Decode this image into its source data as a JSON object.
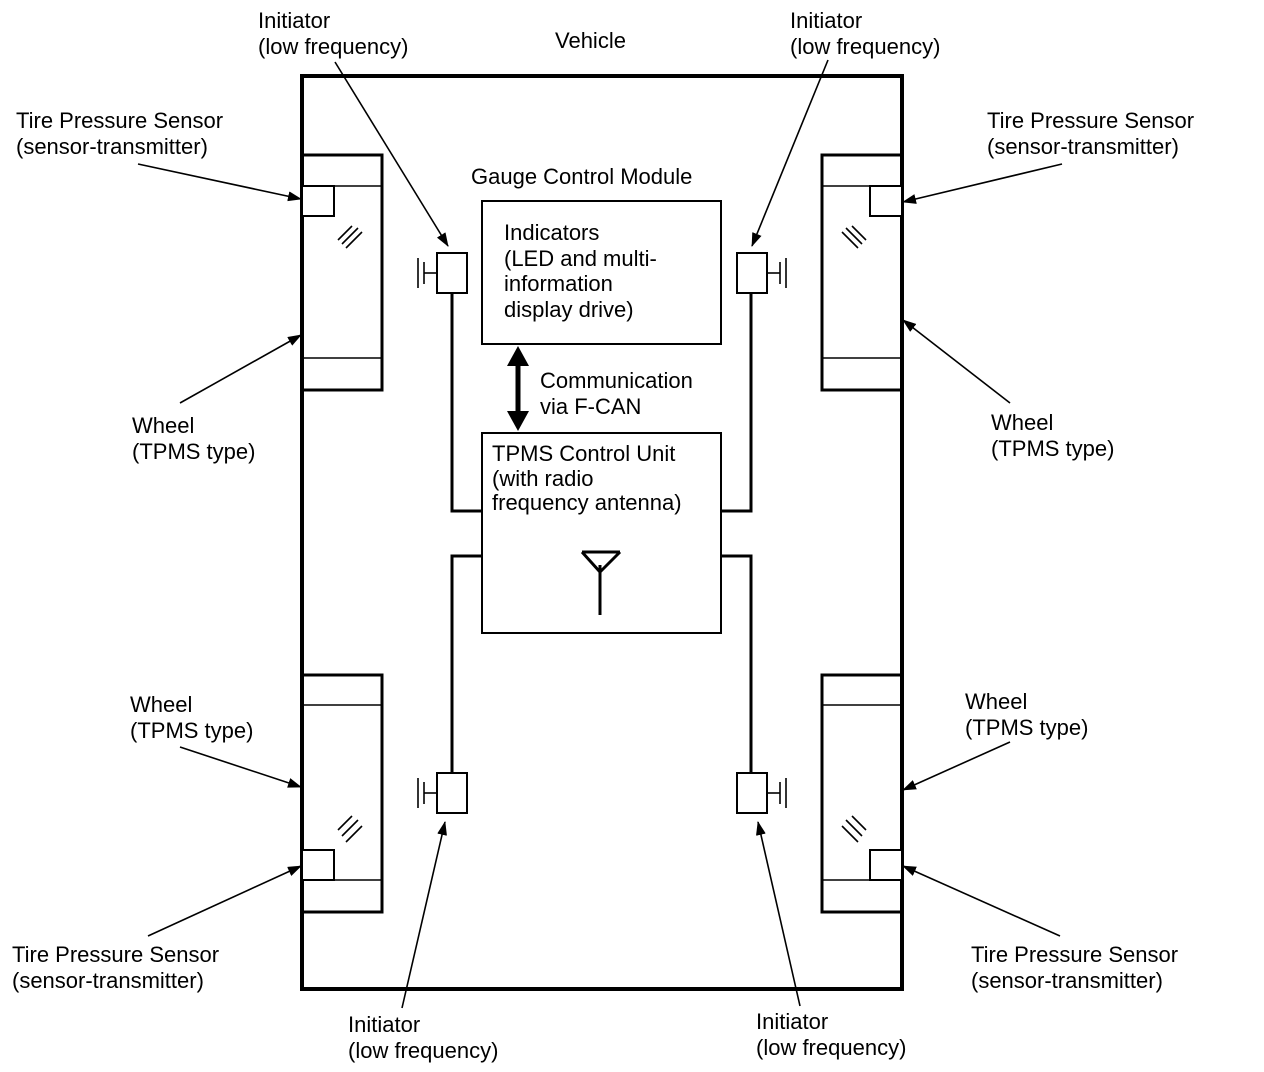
{
  "vehicle": {
    "label": "Vehicle"
  },
  "gauge_module": {
    "title": "Gauge Control Module",
    "lines": [
      "Indicators",
      "(LED and multi-",
      "information",
      "display drive)"
    ]
  },
  "communication": {
    "lines": [
      "Communication",
      "via F-CAN"
    ]
  },
  "tpms_unit": {
    "lines": [
      "TPMS Control Unit",
      "(with radio",
      "frequency antenna)"
    ]
  },
  "initiators": {
    "top_left": {
      "line1": "Initiator",
      "line2": "(low frequency)"
    },
    "top_right": {
      "line1": "Initiator",
      "line2": "(low frequency)"
    },
    "bottom_left": {
      "line1": "Initiator",
      "line2": "(low frequency)"
    },
    "bottom_right": {
      "line1": "Initiator",
      "line2": "(low frequency)"
    }
  },
  "sensors": {
    "top_left": {
      "line1": "Tire Pressure Sensor",
      "line2": "(sensor-transmitter)"
    },
    "top_right": {
      "line1": "Tire Pressure Sensor",
      "line2": "(sensor-transmitter)"
    },
    "bottom_left": {
      "line1": "Tire Pressure Sensor",
      "line2": "(sensor-transmitter)"
    },
    "bottom_right": {
      "line1": "Tire Pressure Sensor",
      "line2": "(sensor-transmitter)"
    }
  },
  "wheels": {
    "top_left": {
      "line1": "Wheel",
      "line2": "(TPMS type)"
    },
    "top_right": {
      "line1": "Wheel",
      "line2": "(TPMS type)"
    },
    "bottom_left": {
      "line1": "Wheel",
      "line2": "(TPMS type)"
    },
    "bottom_right": {
      "line1": "Wheel",
      "line2": "(TPMS type)"
    }
  }
}
